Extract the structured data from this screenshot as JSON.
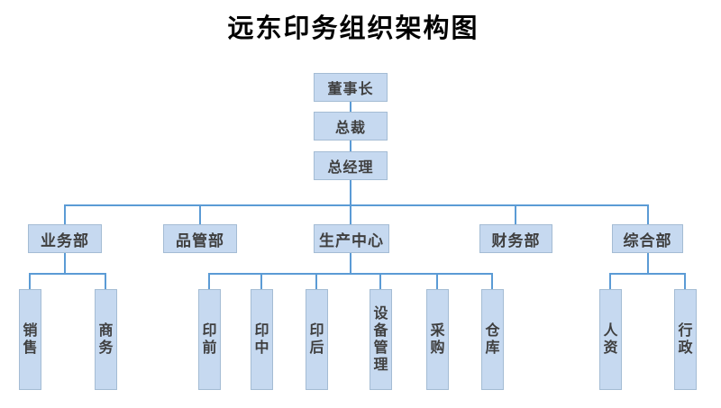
{
  "title": "远东印务组织架构图",
  "palette": {
    "box_fill": "#c6d9f0",
    "box_border": "#a4bcd4",
    "connector_line": "#5b9bd5",
    "box_text": "#3f3f3f",
    "title_text": "#000000"
  },
  "org_chart": {
    "type": "org-tree",
    "root_chain": {
      "chairman": "董事长",
      "president": "总裁",
      "general_manager": "总经理"
    },
    "departments": [
      {
        "label": "业务部",
        "children": [
          "销售",
          "商务"
        ]
      },
      {
        "label": "品管部",
        "children": []
      },
      {
        "label": "生产中心",
        "children": [
          "印前",
          "印中",
          "印后",
          "设备管理",
          "采购",
          "仓库"
        ]
      },
      {
        "label": "财务部",
        "children": []
      },
      {
        "label": "综合部",
        "children": [
          "人资",
          "行政"
        ]
      }
    ]
  }
}
